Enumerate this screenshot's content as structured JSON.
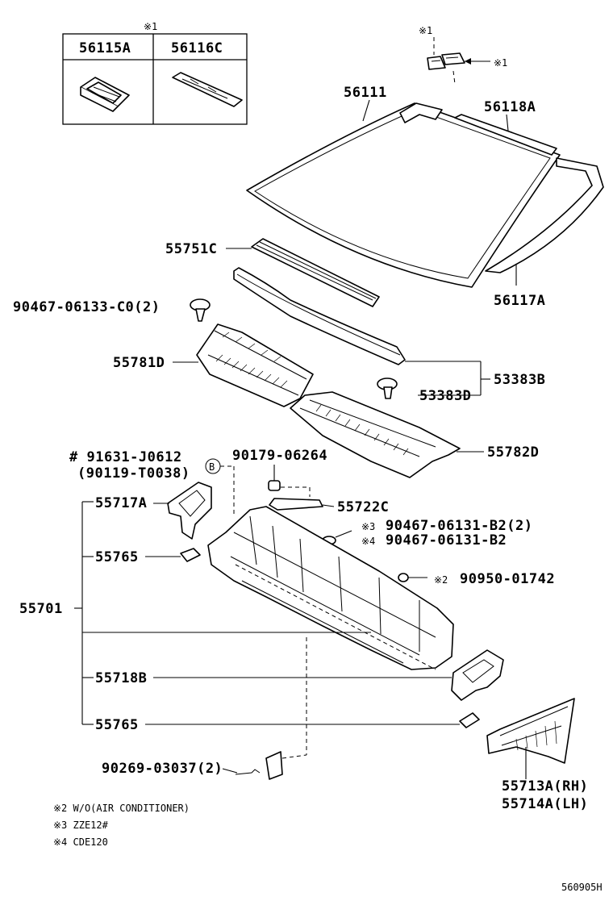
{
  "inset": {
    "mark": "※1",
    "col1": "56115A",
    "col2": "56116C"
  },
  "labels": {
    "mark_top": "※1",
    "mark_arrow": "※1",
    "p56111": "56111",
    "p56118A": "56118A",
    "p55751C": "55751C",
    "p56117A": "56117A",
    "p90467_c0": "90467-06133-C0(2)",
    "p55781D": "55781D",
    "p53383D": "53383D",
    "p53383B": "53383B",
    "p55782D": "55782D",
    "p91631": "# 91631-J0612",
    "p90119": "(90119-T0038)",
    "circle_b": "B",
    "p90179": "90179-06264",
    "p55717A": "55717A",
    "p55722C": "55722C",
    "p90467_b2_2": "※3 90467-06131-B2(2)",
    "p90467_b2": "※4 90467-06131-B2",
    "p55765_a": "55765",
    "p90950": "※2 90950-01742",
    "p55701": "55701",
    "p55718B": "55718B",
    "p55765_b": "55765",
    "p90269": "90269-03037(2)",
    "p55713A": "55713A(RH)",
    "p55714A": "55714A(LH)"
  },
  "notes": [
    "※2 W/O(AIR CONDITIONER)",
    "※3 ZZE12#",
    "※4 CDE120"
  ],
  "diagram_code": "560905H"
}
